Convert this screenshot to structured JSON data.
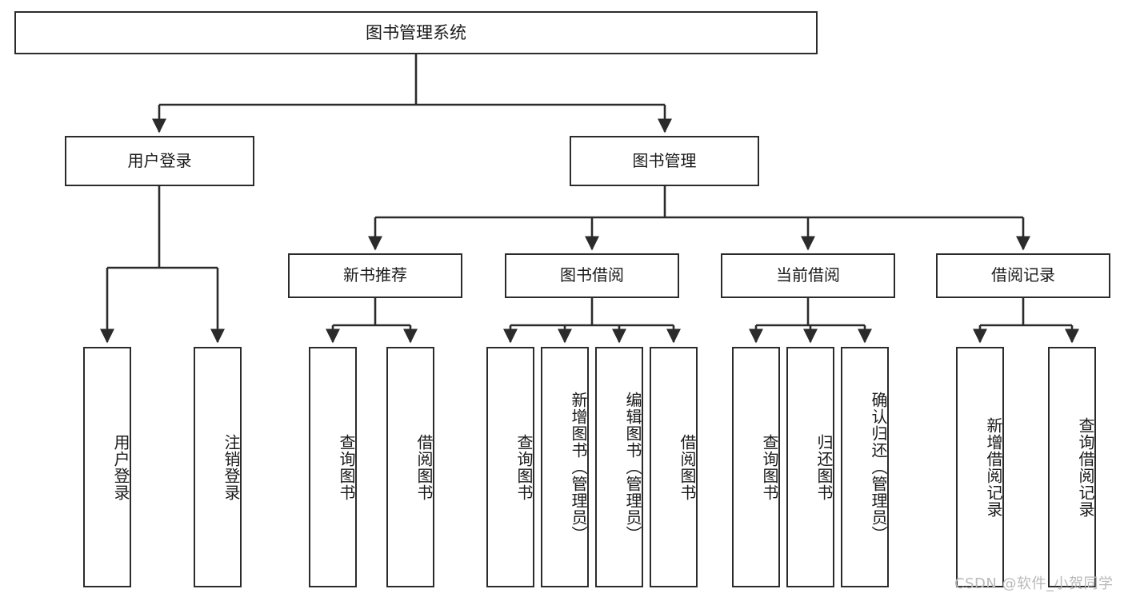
{
  "diagram": {
    "title": "图书管理系统",
    "type": "tree-hierarchy",
    "orientation": "top-down",
    "colors": {
      "box_border": "#2b2b2b",
      "box_fill": "#ffffff",
      "edge": "#2b2b2b",
      "text": "#1a1a1a",
      "watermark": "#b9b9b9",
      "background": "#ffffff"
    }
  },
  "root": {
    "label": "图书管理系统"
  },
  "level2": [
    {
      "label": "用户登录"
    },
    {
      "label": "图书管理"
    }
  ],
  "level3": [
    {
      "label": "新书推荐"
    },
    {
      "label": "图书借阅"
    },
    {
      "label": "当前借阅"
    },
    {
      "label": "借阅记录"
    }
  ],
  "leaves": {
    "user_login": [
      {
        "label": "用户登录"
      },
      {
        "label": "注销登录"
      }
    ],
    "new_book_recommend": [
      {
        "label": "查询图书"
      },
      {
        "label": "借阅图书"
      }
    ],
    "book_borrow": [
      {
        "label": "查询图书"
      },
      {
        "label": "新增图书（管理员）"
      },
      {
        "label": "编辑图书（管理员）"
      },
      {
        "label": "借阅图书"
      }
    ],
    "current_borrow": [
      {
        "label": "查询图书"
      },
      {
        "label": "归还图书"
      },
      {
        "label": "确认归还（管理员）"
      }
    ],
    "borrow_records": [
      {
        "label": "新增借阅记录"
      },
      {
        "label": "查询借阅记录"
      }
    ]
  },
  "watermark": {
    "text": "CSDN @软件_小贺同学"
  }
}
